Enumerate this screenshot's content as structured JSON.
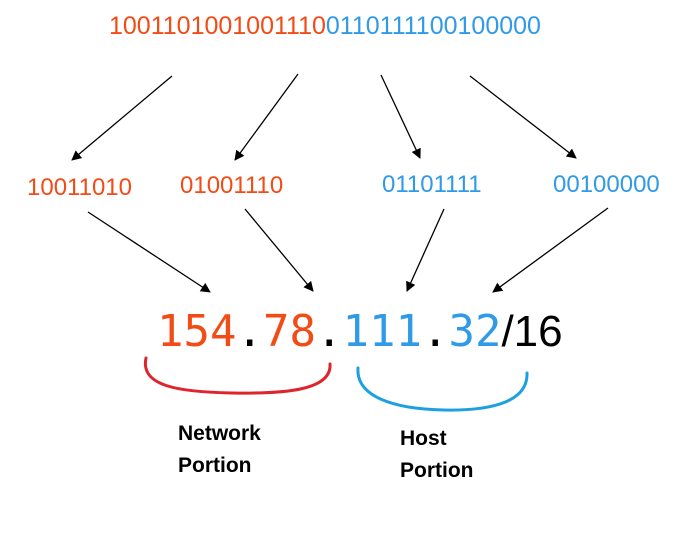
{
  "binary": {
    "network_bits": "1001101001001110",
    "host_bits": "0110111100100000"
  },
  "octets_binary": [
    "10011010",
    "01001110",
    "01101111",
    "00100000"
  ],
  "ip": {
    "octet1": "154",
    "octet2": "78",
    "octet3": "111",
    "octet4": "32",
    "dot": ".",
    "suffix": "/16"
  },
  "labels": {
    "network_line1": "Network",
    "network_line2": "Portion",
    "host_line1": "Host",
    "host_line2": "Portion"
  },
  "colors": {
    "network": "#f24b16",
    "host": "#2f9ae8",
    "network_brace": "#e0242e",
    "host_brace": "#1ea0e0"
  }
}
